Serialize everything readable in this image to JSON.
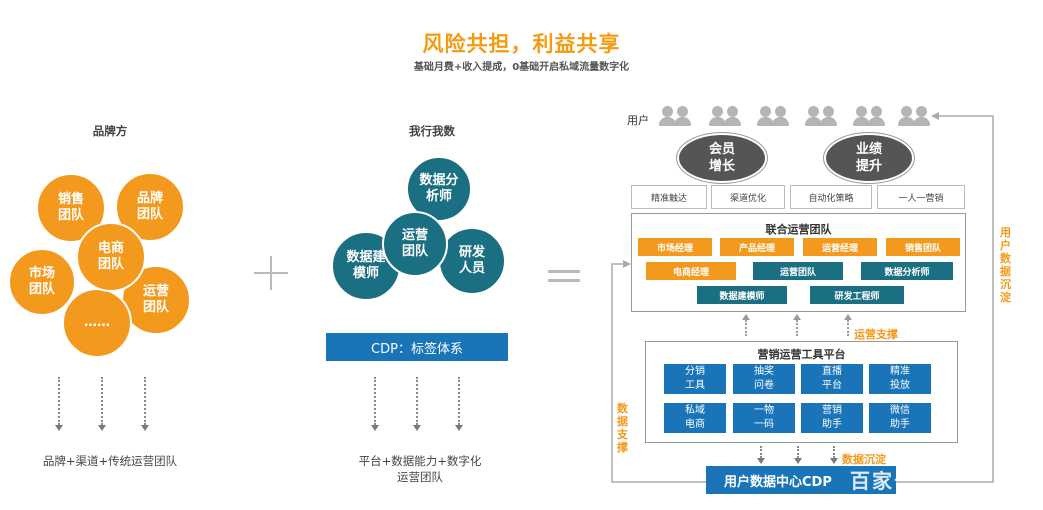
{
  "header": {
    "title": "风险共担，利益共享",
    "subtitle": "基础月费+收入提成，0基础开启私域流量数字化"
  },
  "left": {
    "heading": "品牌方",
    "circles": [
      "销售\n团队",
      "品牌\n团队",
      "电商\n团队",
      "市场\n团队",
      "运营\n团队",
      "……"
    ],
    "bottom": "品牌+渠道+传统运营团队"
  },
  "middle": {
    "heading": "我行我数",
    "circles": [
      "数据分\n析师",
      "运营\n团队",
      "数据建\n模师",
      "研发\n人员"
    ],
    "cdp_label": "CDP：标签体系",
    "bottom": "平台+数据能力+数字化\n运营团队"
  },
  "right": {
    "user_label": "用户",
    "ovals": [
      "会员\n增长",
      "业绩\n提升"
    ],
    "tags": [
      "精准触达",
      "渠道优化",
      "自动化策略",
      "一人一营销"
    ],
    "joint_team": {
      "title": "联合运营团队",
      "row1": [
        "市场经理",
        "产品经理",
        "运营经理",
        "销售团队"
      ],
      "row2": [
        "电商经理",
        "运营团队",
        "数据分析师"
      ],
      "row3": [
        "数据建模师",
        "研发工程师"
      ]
    },
    "ops_support": "运营支撑",
    "platform": {
      "title": "营销运营工具平台",
      "tools": [
        "分销\n工具",
        "抽奖\n问卷",
        "直播\n平台",
        "精准\n投放",
        "私域\n电商",
        "一物\n一码",
        "营销\n助手",
        "微信\n助手"
      ]
    },
    "data_settle": "数据沉淀",
    "data_center": "用户数据中心CDP",
    "left_vertical": "数据支撑",
    "right_vertical": "用户数据沉淀",
    "watermark": "百家号"
  },
  "colors": {
    "orange": "#f39a1e",
    "teal": "#1b6f83",
    "blue": "#1a75b8",
    "dark": "#555555"
  }
}
